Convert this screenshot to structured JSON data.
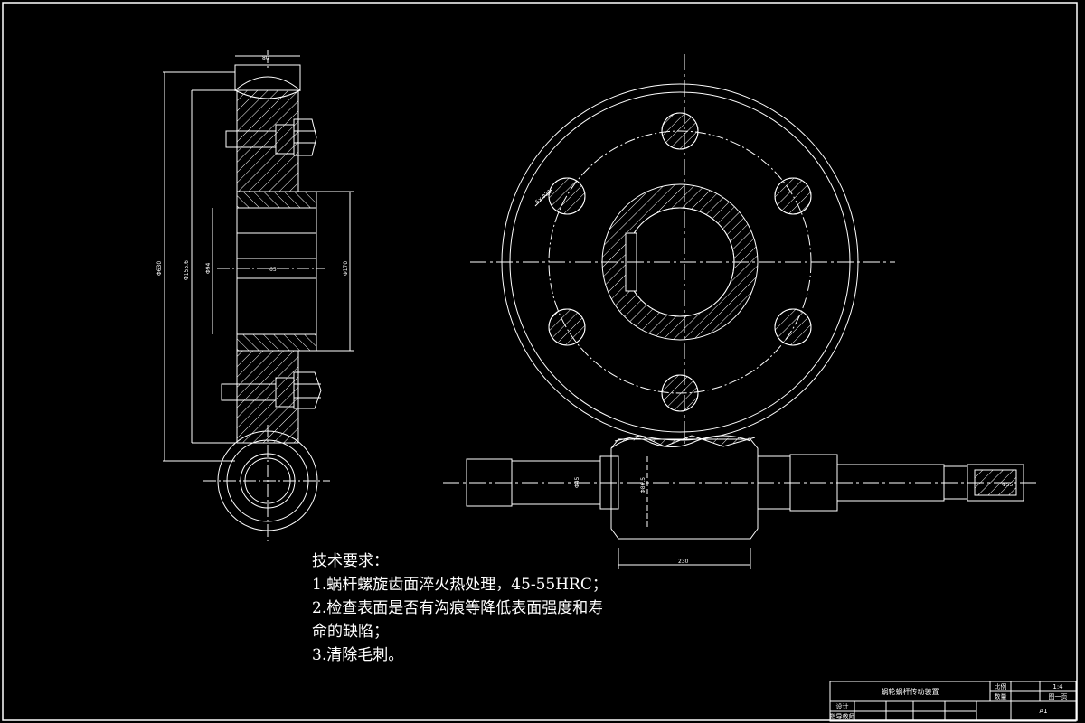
{
  "dimensions": {
    "side_width_top": "80",
    "side_total_height": "Φ630",
    "side_bore_a": "Φ155.6",
    "side_bore_b": "Φ94",
    "side_hub_small": "65",
    "side_hub_height": "Φ170",
    "bolt_hole": "6×Φ21",
    "worm_diameter": "Φ45",
    "worm_thread": "Φ86.5",
    "worm_length": "230",
    "worm_end_right": "Φ55"
  },
  "requirements": {
    "heading": "技术要求：",
    "line1": "1.蜗杆螺旋齿面淬火热处理，45-55HRC；",
    "line2": "2.检查表面是否有沟痕等降低表面强度和寿",
    "line3": "命的缺陷；",
    "line4": "3.清除毛刺。"
  },
  "title_block": {
    "drawing_title": "蜗轮蜗杆传动装置",
    "scale_label": "比例",
    "scale_value": "1:4",
    "quantity_label": "数量",
    "sheet_label": "图一页",
    "designer_label": "设计",
    "checker_label": "指导教师",
    "sheet_size": "A1"
  }
}
